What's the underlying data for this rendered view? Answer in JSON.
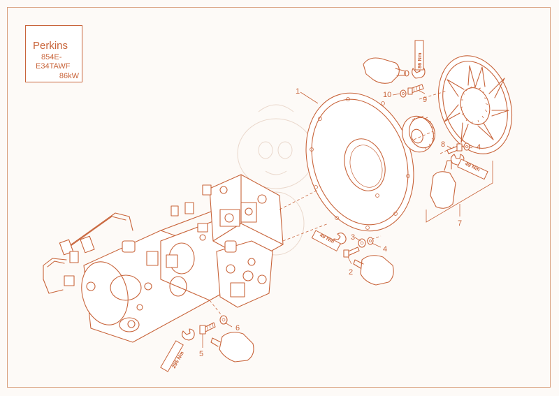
{
  "engine_box": {
    "brand": "Perkins",
    "model_line1": "854E-",
    "model_line2": "E34TAWF",
    "power": "86kW"
  },
  "callouts": {
    "c1": "1",
    "c2": "2",
    "c3": "3",
    "c4a": "4",
    "c4b": "4",
    "c5": "5",
    "c6": "6",
    "c7": "7",
    "c8": "8",
    "c9": "9",
    "c10": "10"
  },
  "torques": {
    "t86": "86 Nm",
    "t49a": "49 Nm",
    "t49b": "49 Nm",
    "t295": "295 Nm"
  },
  "colors": {
    "line": "#c8643a",
    "frame": "#d9a07e",
    "background": "#fdfaf7"
  },
  "icons": [
    "wrench-icon",
    "loctite-bottle-icon",
    "bolt-icon",
    "washer-icon"
  ]
}
